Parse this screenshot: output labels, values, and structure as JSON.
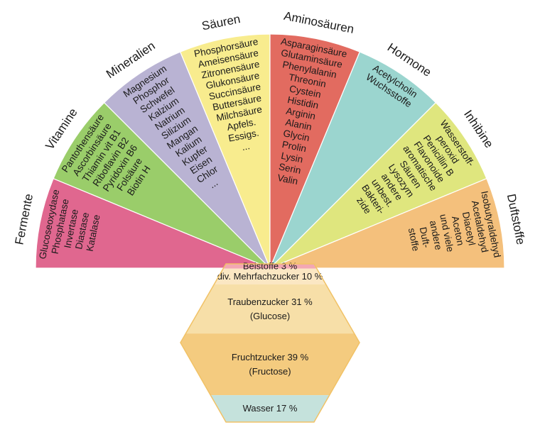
{
  "fan_segments": [
    {
      "heading": "Fermente",
      "color": "#e0678f",
      "items": [
        "Glucoseoxydase",
        "Phosphatase",
        "Invertase",
        "Diastase",
        "Katalase"
      ]
    },
    {
      "heading": "Vitamine",
      "color": "#9acd6a",
      "items": [
        "Pantothensäure",
        "Ascorbinsäure",
        "Thiamin vit B1",
        "Riboflavin B2",
        "Pyridoxin B6",
        "Folsäure",
        "Biotin H"
      ]
    },
    {
      "heading": "Mineralien",
      "color": "#b9b3d3",
      "items": [
        "Magnesium",
        "Phosphor",
        "Schwefel",
        "Kalzium",
        "Natrium",
        "Silizium",
        "Mangan",
        "Kalium",
        "Kupfer",
        "Eisen",
        "Chlor",
        "..."
      ]
    },
    {
      "heading": "Säuren",
      "color": "#f8ec8e",
      "items": [
        "Phosphorsäure",
        "Ameisensäure",
        "Zitronensäure",
        "Glukonsäure",
        "Succinsäure",
        "Buttersäure",
        "Milchsäure",
        "Apfels.",
        "Essigs.",
        "..."
      ]
    },
    {
      "heading": "Aminosäuren",
      "color": "#e26b60",
      "items": [
        "Asparaginsäure",
        "Glutaminsäure",
        "Phenylalanin",
        "Threonin",
        "Cystein",
        "Histidin",
        "Arginin",
        "Alanin",
        "Glycin",
        "Prolin",
        "Lysin",
        "Serin",
        "Valin"
      ]
    },
    {
      "heading": "Hormone",
      "color": "#9bd5cf",
      "items": [
        "Acetylcholin",
        "Wuchsstoffe"
      ]
    },
    {
      "heading": "Inhibine",
      "color": "#dfe67e",
      "items": [
        "Wasserstoff-",
        "peroxid",
        "Penicillin B",
        "Flavonoide",
        "aromatische",
        "Säuren",
        "Lysozym",
        "andere",
        "unbest.",
        "Bakteri-",
        "zide"
      ]
    },
    {
      "heading": "Duftstoffe",
      "color": "#f4c07c",
      "items": [
        "Isobutyraldehyd",
        "Acetaldehyd",
        "Diacetyl",
        "Aceton",
        "und viele",
        "andere",
        "Duft-",
        "stoffe"
      ]
    }
  ],
  "hexagon_bands": [
    {
      "label": "Beistoffe 3 %",
      "color": "#f3a7b3",
      "share": 3
    },
    {
      "label": "div. Mehrfachzucker 10 %",
      "color": "#fbe7c3",
      "share": 10
    },
    {
      "label": "Traubenzucker 31 %",
      "sublabel": "(Glucose)",
      "color": "#f7dfa8",
      "share": 31
    },
    {
      "label": "Fruchtzucker 39 %",
      "sublabel": "(Fructose)",
      "color": "#f4cb7f",
      "share": 39
    },
    {
      "label": "Wasser 17 %",
      "color": "#c5e2dc",
      "share": 17
    }
  ]
}
